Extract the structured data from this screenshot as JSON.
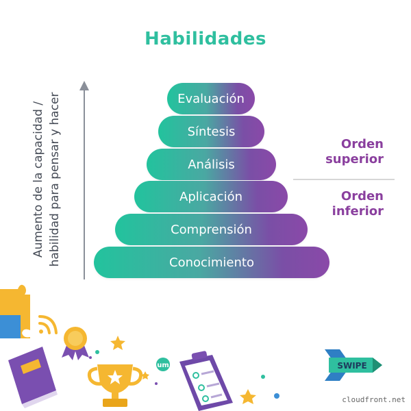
{
  "title": "Habilidades",
  "axis_label": "Aumento de la capacidad / habilidad para pensar y hacer",
  "levels": [
    {
      "label": "Evaluación"
    },
    {
      "label": "Síntesis"
    },
    {
      "label": "Análisis"
    },
    {
      "label": "Aplicación"
    },
    {
      "label": "Comprensión"
    },
    {
      "label": "Conocimiento"
    }
  ],
  "groups": {
    "upper": "Orden superior",
    "lower": "Orden inferior"
  },
  "brand": "SWIPE",
  "badge_text": "um",
  "source": "cloudfront.net",
  "colors": {
    "title": "#2fbf9f",
    "gradient_start": "#22c39d",
    "gradient_end": "#8a49a8",
    "group_label": "#8a3f9e"
  }
}
